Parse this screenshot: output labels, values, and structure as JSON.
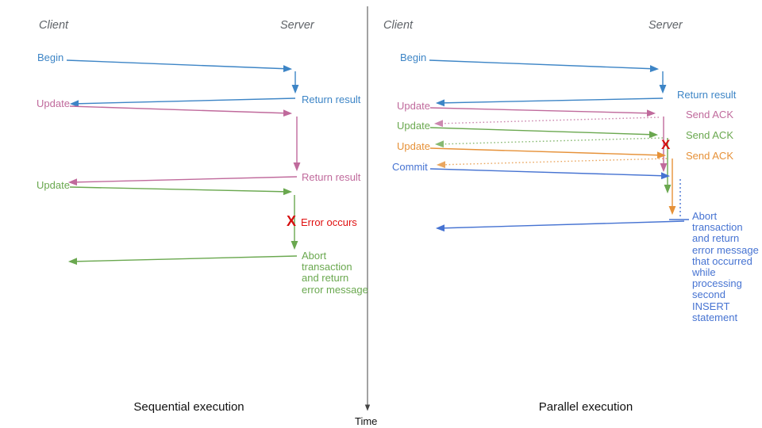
{
  "diagram_title": "Sequential vs parallel transaction execution sequence diagram",
  "axis": {
    "time_label": "Time"
  },
  "colors": {
    "actor_gray": "#5f6368",
    "begin_blue": "#3d85c6",
    "update1_pink": "#c06a9c",
    "update2_green": "#6aa84f",
    "update3_orange": "#e69138",
    "commit_blue": "#4673d2",
    "error_red": "#d50f0f"
  },
  "left_panel": {
    "caption": "Sequential execution",
    "client_label": "Client",
    "server_label": "Server",
    "messages": {
      "begin": "Begin",
      "return_result_1": "Return result",
      "update_1": "Update",
      "return_result_2": "Return result",
      "update_2": "Update",
      "error_marker": "X",
      "error_occurs": "Error occurs",
      "abort": "Abort\ntransaction\nand return\nerror message"
    }
  },
  "right_panel": {
    "caption": "Parallel execution",
    "client_label": "Client",
    "server_label": "Server",
    "messages": {
      "begin": "Begin",
      "return_result": "Return result",
      "update_1": "Update",
      "send_ack_1": "Send ACK",
      "update_2": "Update",
      "send_ack_2": "Send ACK",
      "update_3": "Update",
      "send_ack_3": "Send ACK",
      "commit": "Commit",
      "error_marker": "X",
      "abort": "Abort\ntransaction\nand return\nerror message\nthat occurred\nwhile\nprocessing\nsecond\nINSERT\nstatement"
    }
  }
}
